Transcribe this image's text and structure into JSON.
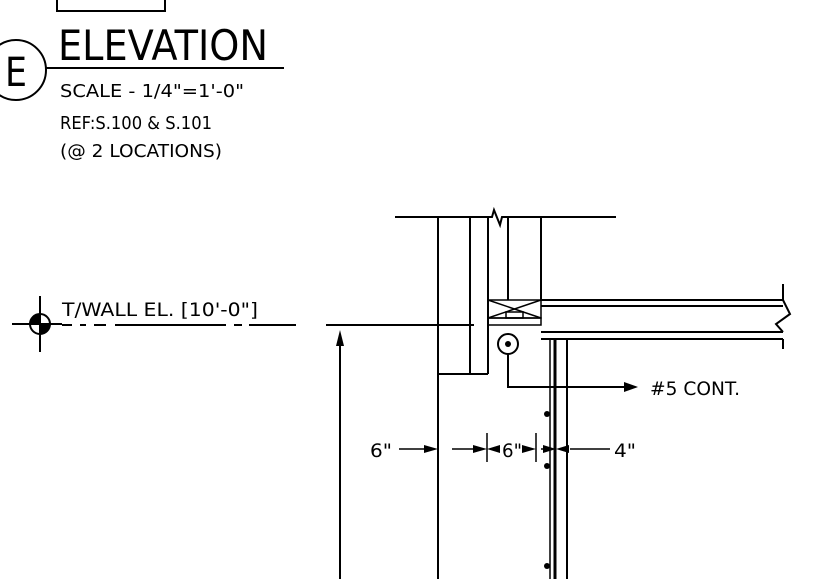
{
  "detail": {
    "tag": "E",
    "title": "ELEVATION",
    "scale": "SCALE - 1/4\"=1'-0\"",
    "reference": "REF:S.100 & S.101",
    "locations": "(@ 2 LOCATIONS)"
  },
  "elevation_marker": {
    "label": "T/WALL EL. [10'-0\"]"
  },
  "callouts": {
    "rebar": "#5  CONT."
  },
  "dimensions": {
    "left": "6\"",
    "middle": "6\"",
    "right": "4\""
  }
}
